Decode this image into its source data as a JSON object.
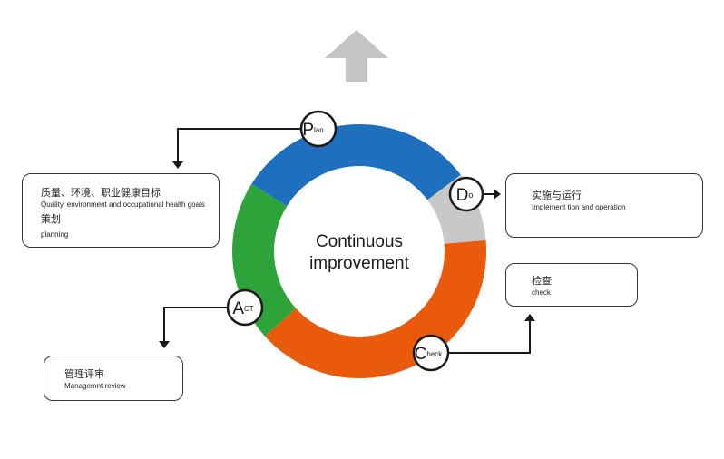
{
  "center": {
    "line1": "Continuous",
    "line2": "improvement"
  },
  "stages": {
    "plan": {
      "initial": "P",
      "rest": "lan"
    },
    "do": {
      "initial": "D",
      "rest": "o"
    },
    "check": {
      "initial": "C",
      "rest": "heck"
    },
    "act": {
      "initial": "A",
      "rest": "CT"
    }
  },
  "boxes": {
    "plan": {
      "zh1": "质量、环境、职业健康目标",
      "en1": "Quality, environment and occupational health goals",
      "zh2": "策划",
      "en2": "planning"
    },
    "do": {
      "zh": "实施与运行",
      "en": "Implement tion and operation"
    },
    "check": {
      "zh": "检查",
      "en": "check"
    },
    "act": {
      "zh": "管理评审",
      "en": "Managemnt review"
    }
  },
  "colors": {
    "plan": "#1f6fbf",
    "do": "#c8c8c8",
    "check": "#ea5a0c",
    "act": "#2ea33a",
    "arrow_up": "#c4c4c4",
    "connector": "#1a1a1a"
  }
}
